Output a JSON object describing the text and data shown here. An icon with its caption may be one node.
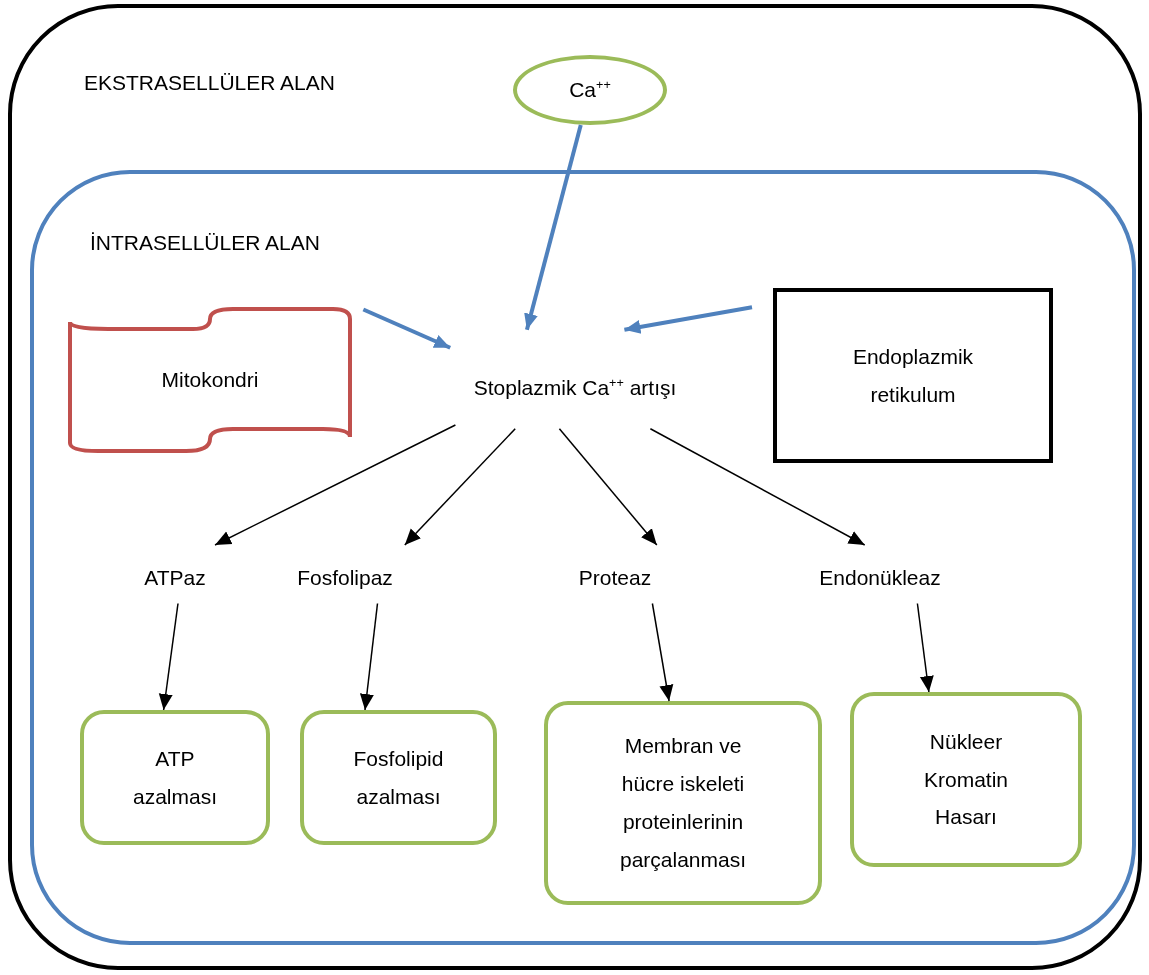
{
  "diagram": {
    "nodes": [
      {
        "text": [
          "EKSTRASELLÜLER ALAN"
        ]
      },
      {
        "text": [
          "Ca$^{++}$"
        ],
        "in": 0
      },
      {
        "text": [
          "İNTRASELLÜLER ALAN"
        ],
        "in": 0
      },
      {
        "text": [
          "Mitokondri"
        ],
        "in": 2
      },
      {
        "text": [
          "Stoplazmik Ca$^{++}$ artışı"
        ],
        "in": 2
      },
      {
        "text": [
          "Endoplazmik retikulum"
        ],
        "in": 2
      },
      {
        "text": [
          "ATPaz"
        ],
        "in": 2
      },
      {
        "text": [
          "Fosfolipaz"
        ],
        "in": 2
      },
      {
        "text": [
          "Proteaz"
        ],
        "in": 2
      },
      {
        "text": [
          "Endonükleaz"
        ],
        "in": 2
      },
      {
        "text": [
          "ATP azalması"
        ],
        "in": 2
      },
      {
        "text": [
          "Fosfolipid azalması"
        ],
        "in": 2
      },
      {
        "text": [
          "Membran ve hücre iskeleti proteinlerinin parçalanması"
        ],
        "in": 2
      },
      {
        "text": [
          "Nükleer Kromatin Hasarı"
        ],
        "in": 2
      }
    ],
    "edges": [
      {
        "from": 1,
        "to": 4,
        "arrow": "to",
        "style": "thick",
        "color": "#4f81bd"
      },
      {
        "from": 3,
        "to": 4,
        "arrow": "to",
        "style": "thick",
        "color": "#4f81bd"
      },
      {
        "from": 5,
        "to": 4,
        "arrow": "to",
        "style": "thick",
        "color": "#4f81bd"
      },
      {
        "from": 4,
        "to": 6,
        "arrow": "to"
      },
      {
        "from": 4,
        "to": 7,
        "arrow": "to"
      },
      {
        "from": 4,
        "to": 8,
        "arrow": "to"
      },
      {
        "from": 4,
        "to": 9,
        "arrow": "to"
      },
      {
        "from": 6,
        "to": 10,
        "arrow": "to"
      },
      {
        "from": 7,
        "to": 11,
        "arrow": "to"
      },
      {
        "from": 8,
        "to": 12,
        "arrow": "to"
      },
      {
        "from": 9,
        "to": 13,
        "arrow": "to"
      }
    ]
  }
}
